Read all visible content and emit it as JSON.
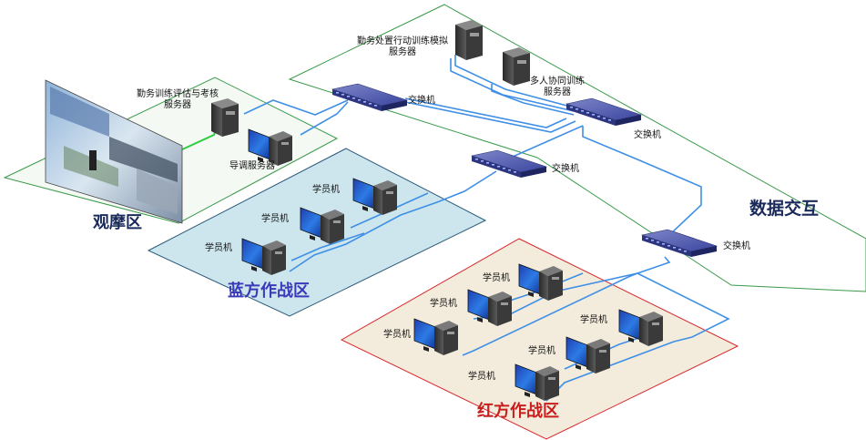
{
  "zones": {
    "observation": "观摩区",
    "blue": "蓝方作战区",
    "red": "红方作战区",
    "data_exchange": "数据交互"
  },
  "servers": {
    "evaluation": "勤务训练评估与考核\n服务器",
    "action_sim": "勤务处置行动训练模拟\n服务器",
    "multi_user": "多人协同训练\n服务器",
    "director": "导调服务器"
  },
  "switch_label": "交换机",
  "student_label": "学员机",
  "colors": {
    "green_zone_border": "#3a9a4a",
    "blue_zone_fill": "#cde6ee",
    "blue_zone_border": "#2a5a7a",
    "red_zone_fill": "#f3ecdc",
    "red_zone_border": "#d9262b",
    "link_blue": "#3f8fe6",
    "link_green": "#2ecc40",
    "blue_title": "#3a3ab8",
    "red_title": "#c81e1e",
    "dark_title": "#1a2a5a"
  }
}
